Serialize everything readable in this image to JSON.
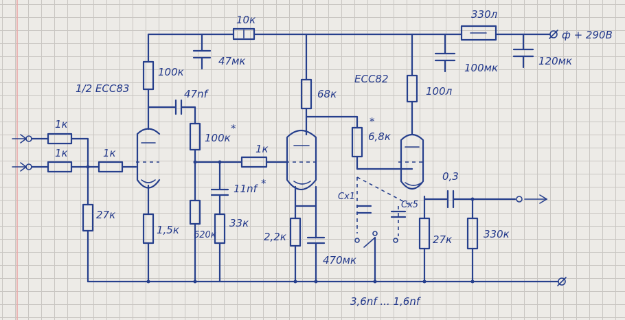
{
  "labels": {
    "r_top": "10к",
    "r_supply": "330л",
    "supply": "ф + 290В",
    "c_47mk": "47мк",
    "c_100mk": "100мк",
    "c_120mk": "120мк",
    "r_100k_anode": "100к",
    "tube1": "1/2 ЕСС83",
    "c_47nf": "47nf",
    "r_68k": "68к",
    "tube2": "ЕСС82",
    "r_100l": "100л",
    "r_100k_star": "100к",
    "star1": "*",
    "r_1k_in1": "1к",
    "r_1k_in2": "1к",
    "r_1k_grid": "1к",
    "r_1k_mid": "1к",
    "r_6_8k": "6,8к",
    "star2": "*",
    "c_11nf": "11nf",
    "star3": "*",
    "c_0_3": "0,3",
    "cx1": "Cx1",
    "cx5": "Cx5",
    "r_27k_left": "27к",
    "r_1_5k": "1,5к",
    "r_620k": "620к",
    "r_33k": "33к",
    "r_2_2k": "2,2к",
    "c_470mk": "470мк",
    "r_27k_right": "27к",
    "r_330k": "330к",
    "cap_range": "3,6nf ... 1,6nf"
  },
  "icons": {
    "input1": "input-terminal-icon",
    "input2": "input-terminal-icon",
    "output": "output-arrow-icon",
    "ground": "ground-terminal-icon"
  },
  "colors": {
    "ink": "#263f8c",
    "paper": "#edebe7",
    "grid": "#c9c6c2",
    "margin": "#e8a7a7"
  }
}
